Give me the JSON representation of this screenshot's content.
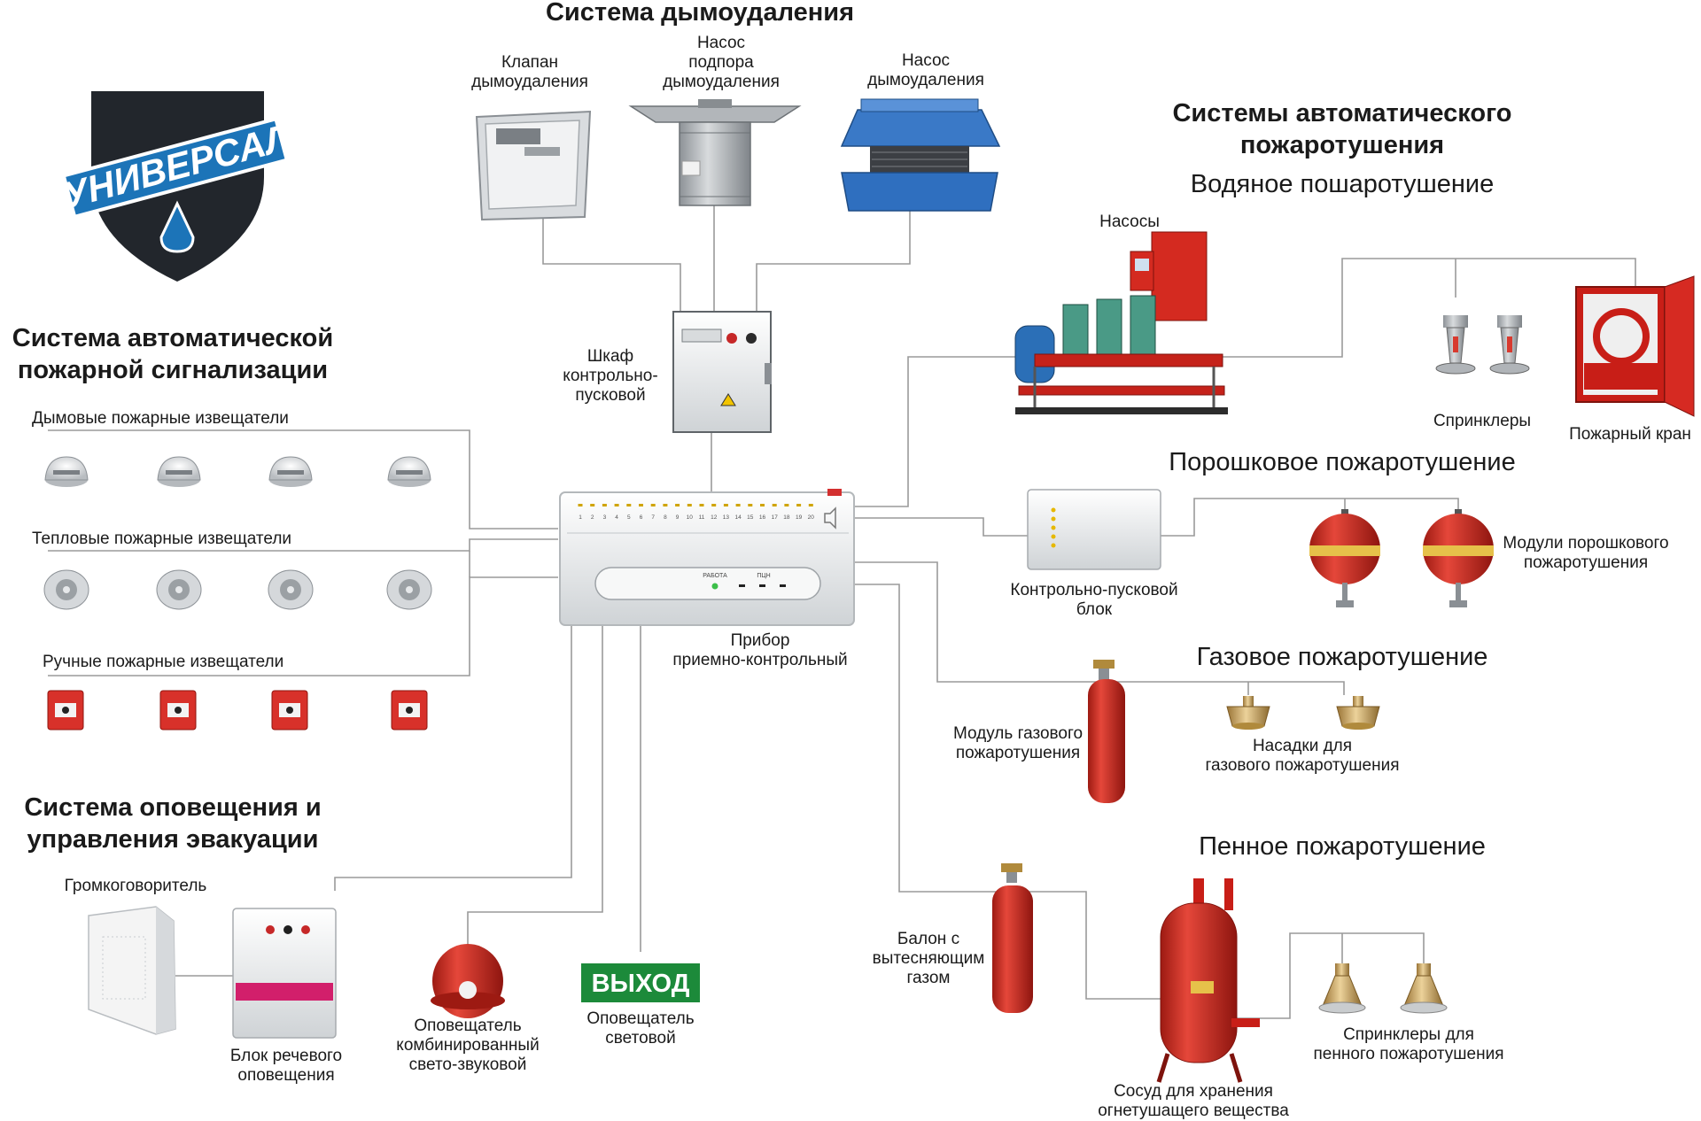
{
  "logo": {
    "text": "УНИВЕРСАЛ"
  },
  "headings": {
    "smoke_removal": "Система дымоудаления",
    "auto_extinguishing_1": "Системы автоматического",
    "auto_extinguishing_2": "пожаротушения",
    "alarm_1": "Система автоматической",
    "alarm_2": "пожарной сигнализации",
    "evac_1": "Система оповещения и",
    "evac_2": "управления эвакуации"
  },
  "subsystems": {
    "water": "Водяное пошаротушение",
    "powder": "Порошковое пожаротушение",
    "gas": "Газовое пожаротушение",
    "foam": "Пенное пожаротушение"
  },
  "labels": {
    "valve_1": "Клапан",
    "valve_2": "дымоудаления",
    "supply_fan_1": "Насос",
    "supply_fan_2": "подпора",
    "supply_fan_3": "дымоудаления",
    "exhaust_fan_1": "Насос",
    "exhaust_fan_2": "дымоудаления",
    "cabinet_1": "Шкаф",
    "cabinet_2": "контрольно-",
    "cabinet_3": "пусковой",
    "smoke_detectors": "Дымовые пожарные извещатели",
    "heat_detectors": "Тепловые пожарные извещатели",
    "manual_callpoints": "Ручные пожарные извещатели",
    "panel_1": "Прибор",
    "panel_2": "приемно-контрольный",
    "pumps": "Насосы",
    "sprinklers": "Спринклеры",
    "hydrant": "Пожарный кран",
    "control_block_1": "Контрольно-пусковой",
    "control_block_2": "блок",
    "powder_modules_1": "Модули порошкового",
    "powder_modules_2": "пожаротушения",
    "gas_module_1": "Модуль газового",
    "gas_module_2": "пожаротушения",
    "gas_nozzles_1": "Насадки для",
    "gas_nozzles_2": "газового пожаротушения",
    "foam_cylinder_1": "Балон с",
    "foam_cylinder_2": "вытесняющим",
    "foam_cylinder_3": "газом",
    "foam_tank_1": "Сосуд для хранения",
    "foam_tank_2": "огнетушащего вещества",
    "foam_sprinklers_1": "Спринклеры для",
    "foam_sprinklers_2": "пенного пожаротушения",
    "speaker": "Громкоговоритель",
    "voice_block_1": "Блок речевого",
    "voice_block_2": "оповещения",
    "combined_1": "Оповещатель",
    "combined_2": "комбинированный",
    "combined_3": "свето-звуковой",
    "light_1": "Оповещатель",
    "light_2": "световой"
  },
  "device_text": {
    "exit_sign": "ВЫХОД",
    "panel_status": "РАБОТА",
    "panel_pcn": "ПЦН",
    "panel_zones": [
      "1",
      "2",
      "3",
      "4",
      "5",
      "6",
      "7",
      "8",
      "9",
      "10",
      "11",
      "12",
      "13",
      "14",
      "15",
      "16",
      "17",
      "18",
      "19",
      "20"
    ]
  },
  "colors": {
    "wire": "#9a9a9a",
    "fire_red": "#d42a20",
    "logo_dark": "#22262c",
    "logo_blue": "#1c74b8",
    "exhaust_blue": "#2f6fbf",
    "brass": "#c9a25e",
    "exit_green": "#1c8a3a"
  }
}
